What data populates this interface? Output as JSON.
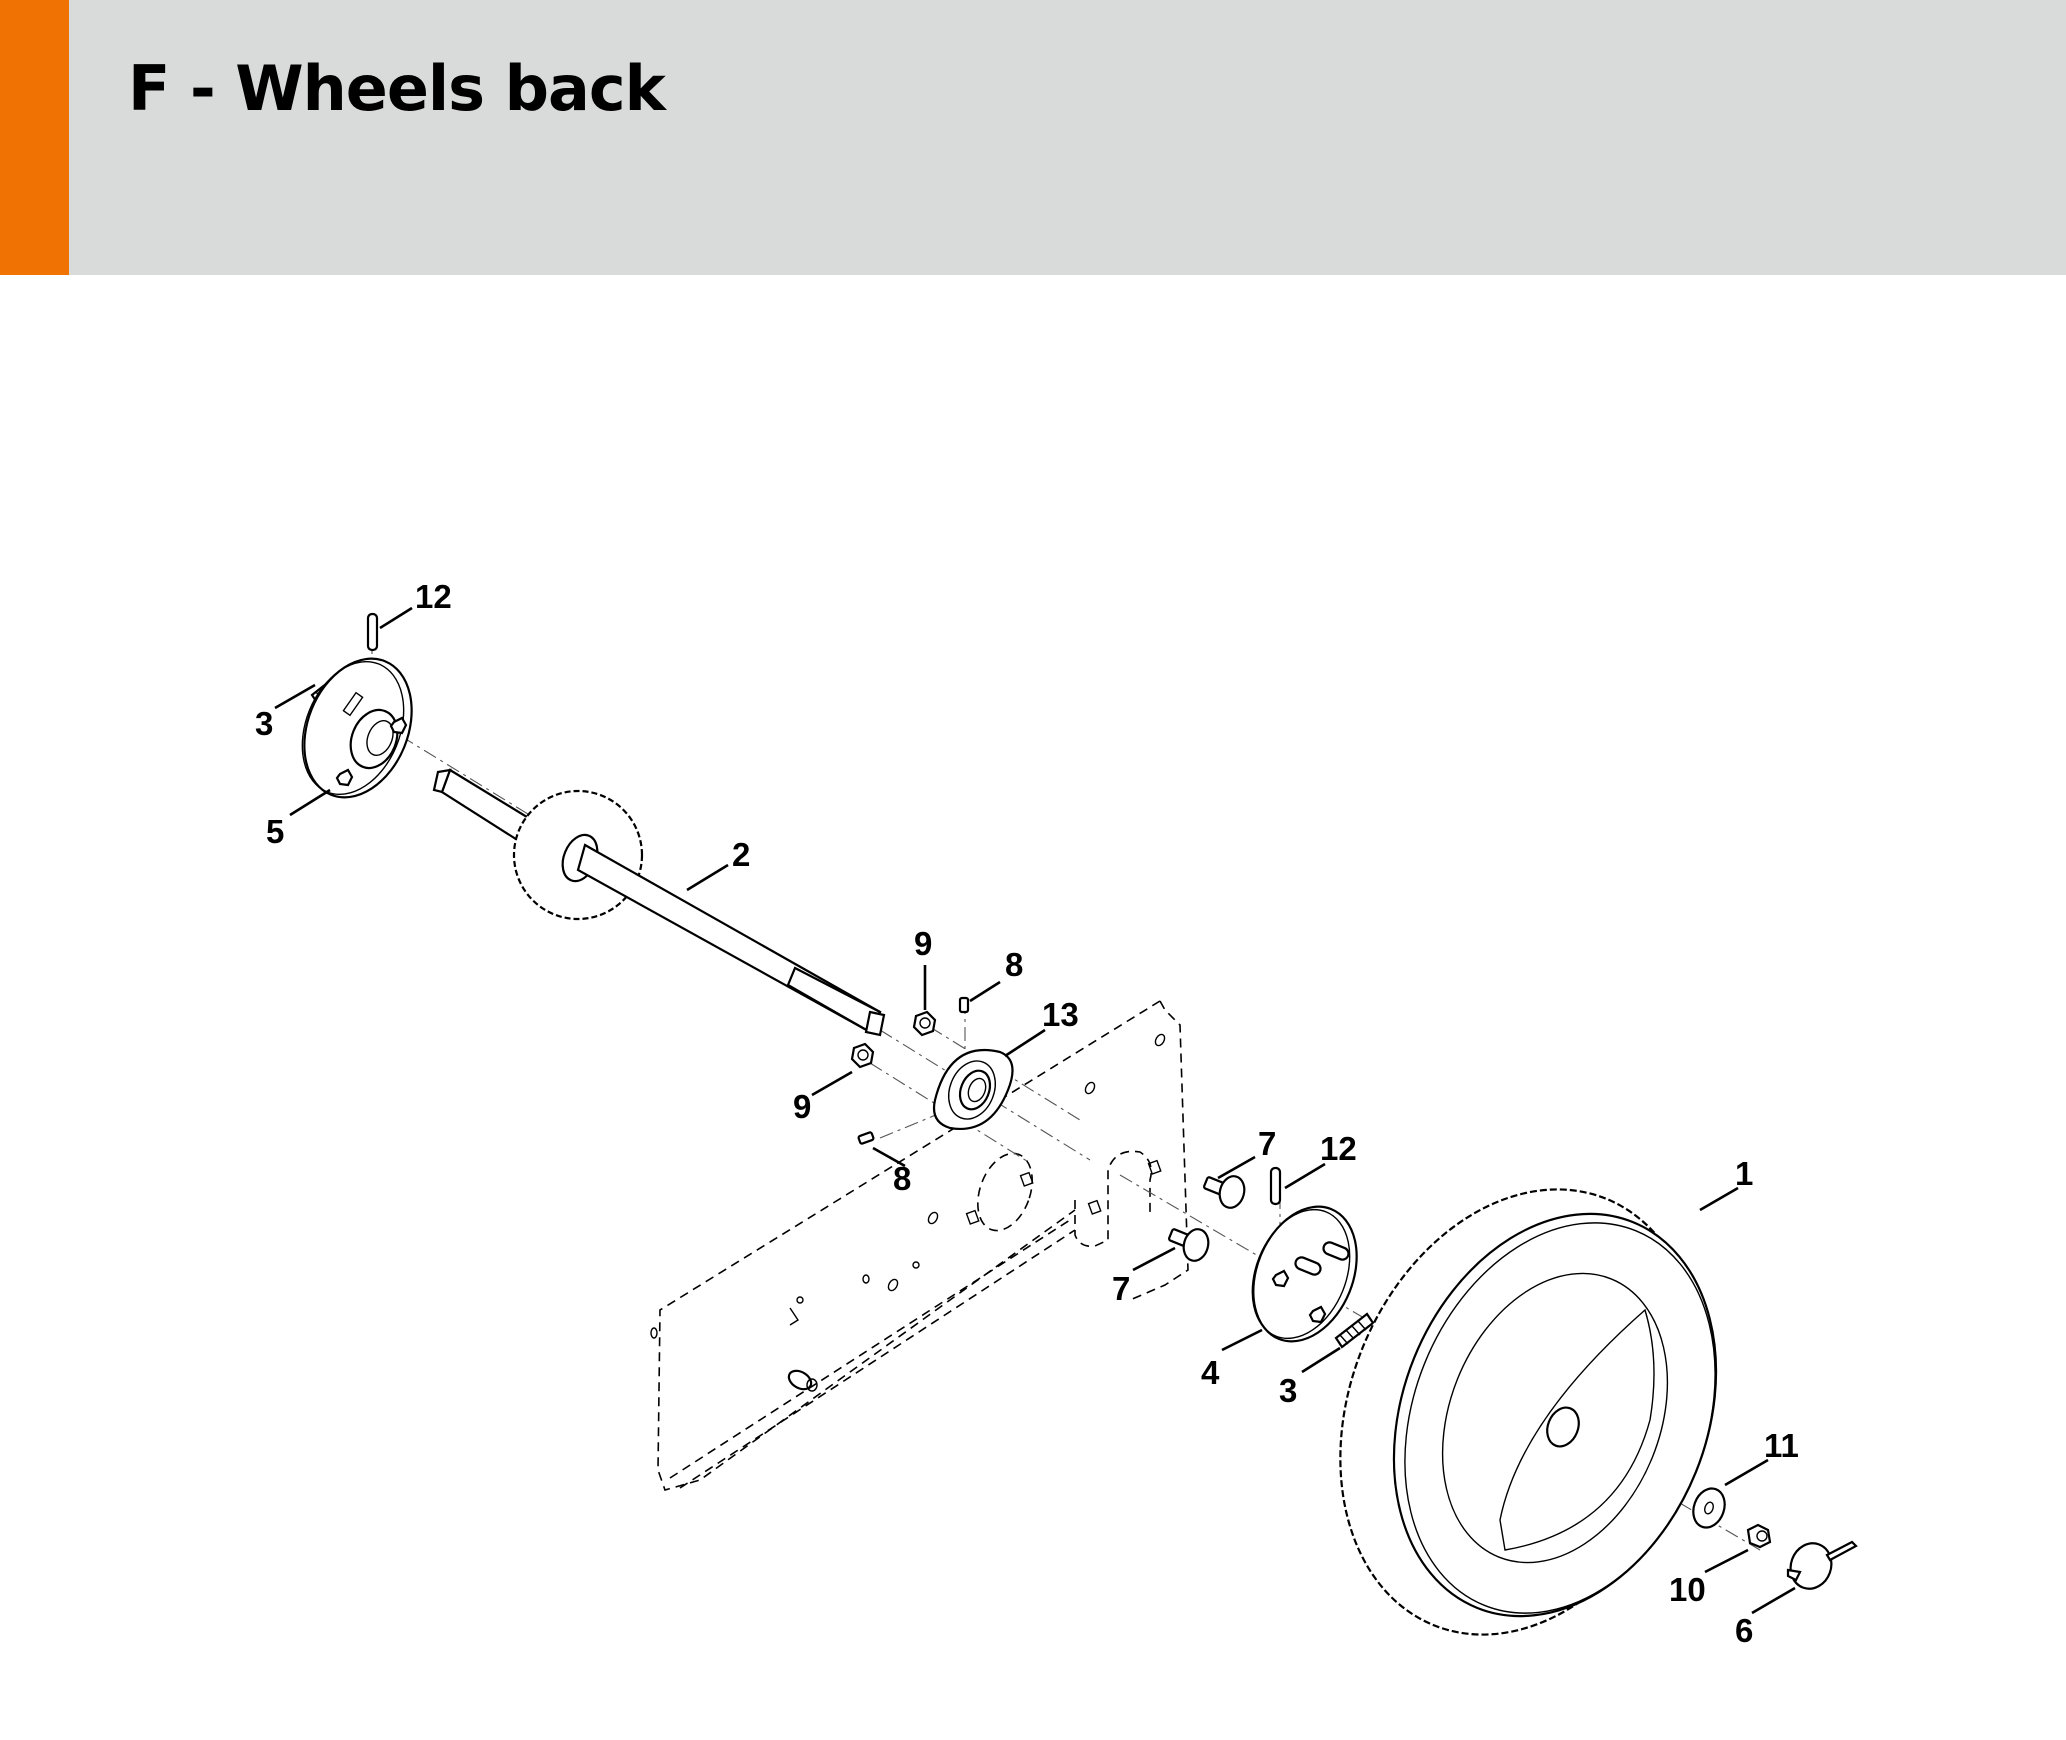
{
  "header": {
    "title": "F - Wheels back",
    "accent_color": "#ef7202",
    "background_color": "#d9dbda"
  },
  "diagram": {
    "callouts": [
      {
        "id": "c-12a",
        "part": "12"
      },
      {
        "id": "c-3a",
        "part": "3"
      },
      {
        "id": "c-5",
        "part": "5"
      },
      {
        "id": "c-2",
        "part": "2"
      },
      {
        "id": "c-9a",
        "part": "9"
      },
      {
        "id": "c-8a",
        "part": "8"
      },
      {
        "id": "c-13",
        "part": "13"
      },
      {
        "id": "c-9b",
        "part": "9"
      },
      {
        "id": "c-8b",
        "part": "8"
      },
      {
        "id": "c-7a",
        "part": "7"
      },
      {
        "id": "c-12b",
        "part": "12"
      },
      {
        "id": "c-1",
        "part": "1"
      },
      {
        "id": "c-7b",
        "part": "7"
      },
      {
        "id": "c-4",
        "part": "4"
      },
      {
        "id": "c-3b",
        "part": "3"
      },
      {
        "id": "c-11",
        "part": "11"
      },
      {
        "id": "c-10",
        "part": "10"
      },
      {
        "id": "c-6",
        "part": "6"
      }
    ]
  }
}
